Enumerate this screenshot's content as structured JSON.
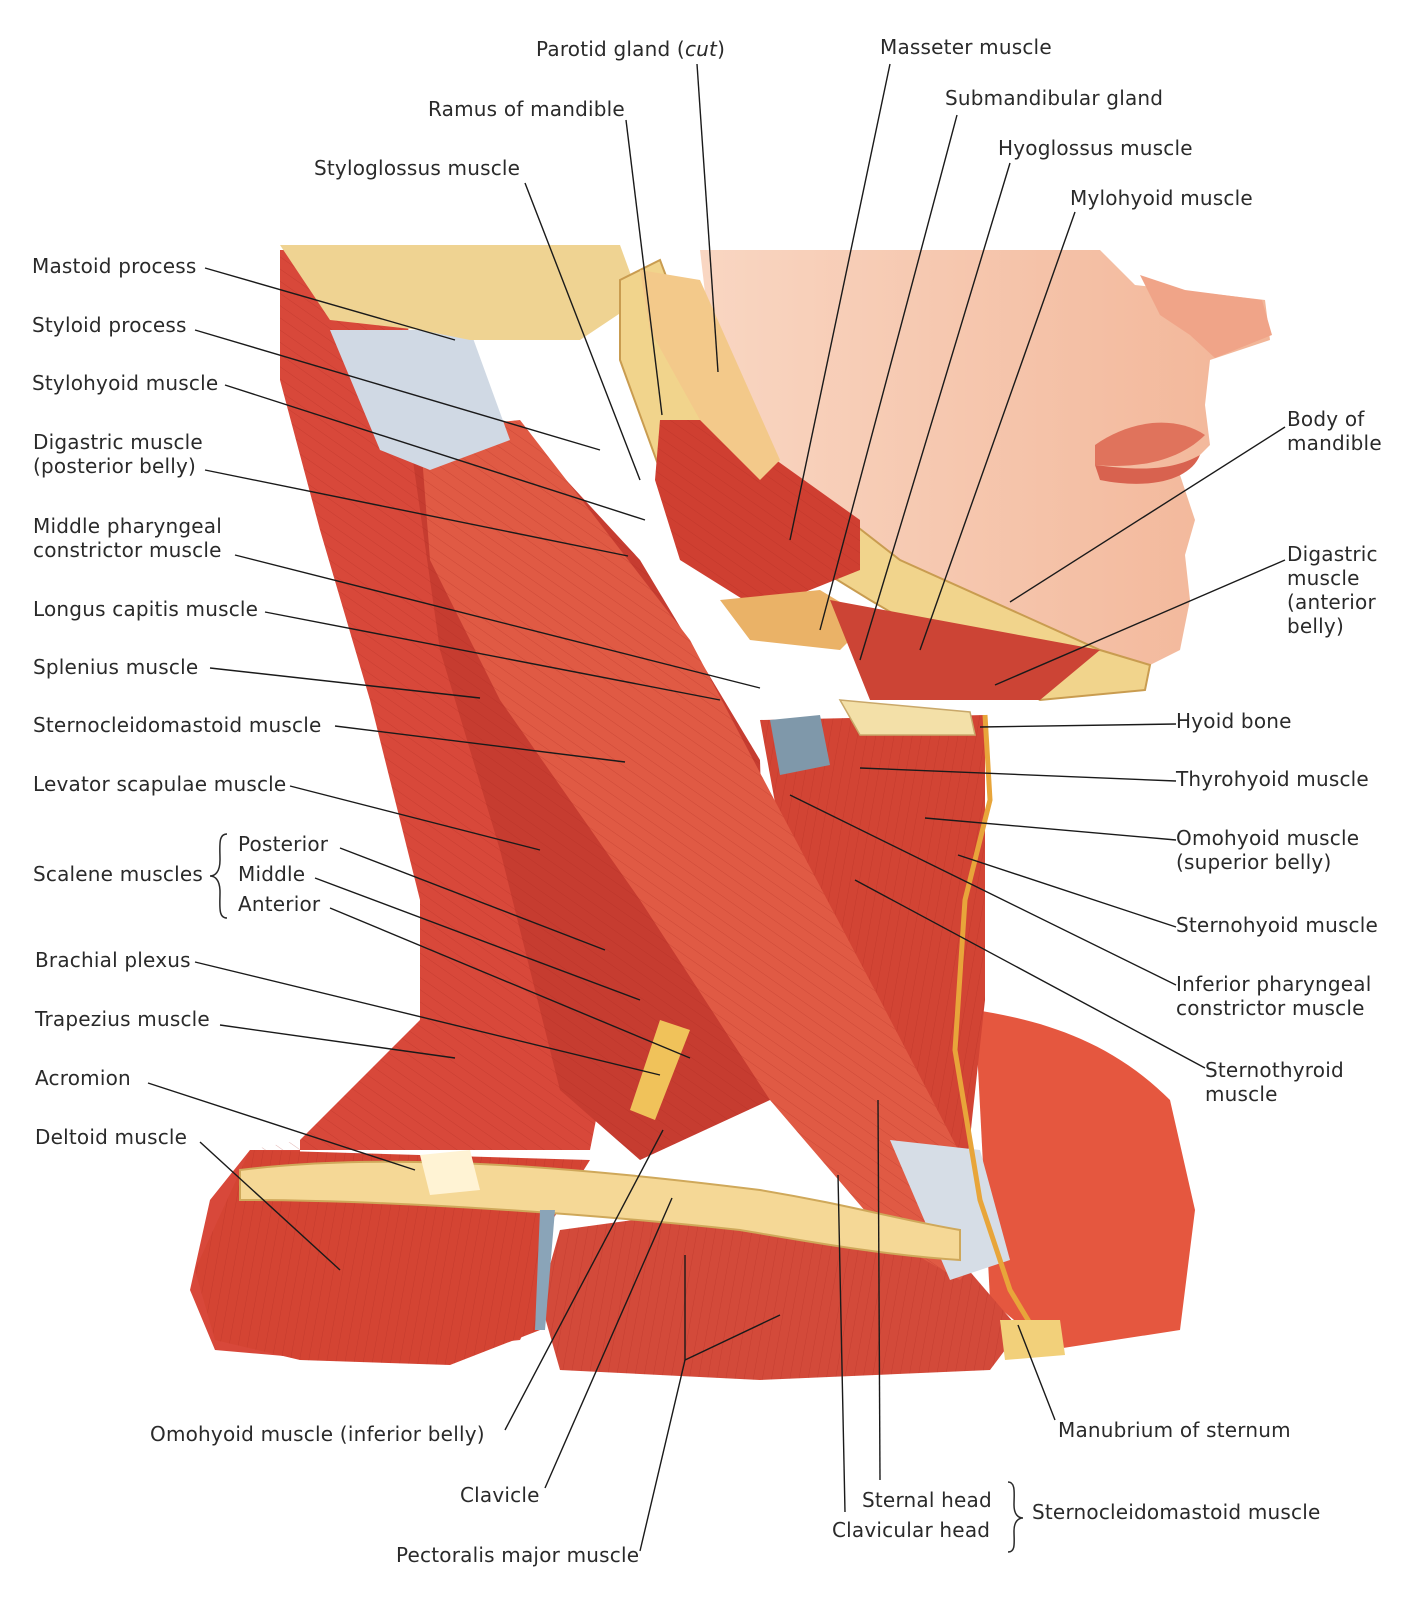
{
  "colors": {
    "muscle": "#d8483a",
    "muscle_dark": "#b8302a",
    "muscle_light": "#ec7a62",
    "skin": "#f6c7ad",
    "skin_shade": "#ee9d80",
    "tendon": "#c9d3df",
    "bone": "#f2d488",
    "gland": "#f0c27a",
    "leader": "#1a1a1a"
  },
  "labels": {
    "parotid": "Parotid gland (cut)",
    "masseter": "Masseter muscle",
    "ramus": "Ramus of mandible",
    "submandibular": "Submandibular gland",
    "hyoglossus": "Hyoglossus muscle",
    "styloglossus": "Styloglossus muscle",
    "mylohyoid": "Mylohyoid muscle",
    "mastoid": "Mastoid process",
    "styloid": "Styloid process",
    "stylohyoid": "Stylohyoid muscle",
    "digastric_post": "Digastric muscle\n(posterior belly)",
    "middle_phar": "Middle pharyngeal\nconstrictor muscle",
    "longus": "Longus capitis muscle",
    "splenius": "Splenius muscle",
    "scm": "Sternocleidomastoid muscle",
    "levator": "Levator scapulae muscle",
    "scalene": "Scalene muscles",
    "scalene_post": "Posterior",
    "scalene_mid": "Middle",
    "scalene_ant": "Anterior",
    "brachial": "Brachial plexus",
    "trapezius": "Trapezius muscle",
    "acromion": "Acromion",
    "deltoid": "Deltoid muscle",
    "body_mand": "Body of\nmandible",
    "digastric_ant": "Digastric\nmuscle\n(anterior\nbelly)",
    "hyoid": "Hyoid bone",
    "thyrohyoid": "Thyrohyoid muscle",
    "omohyoid_sup": "Omohyoid muscle\n(superior belly)",
    "sternohyoid": "Sternohyoid muscle",
    "inf_phar": "Inferior pharyngeal\nconstrictor muscle",
    "sternothyroid": "Sternothyroid\nmuscle",
    "manubrium": "Manubrium of sternum",
    "omohyoid_inf": "Omohyoid muscle (inferior belly)",
    "clavicle": "Clavicle",
    "pectoralis": "Pectoralis major muscle",
    "sternal_head": "Sternal head",
    "clavicular_head": "Clavicular head",
    "scm_bottom": "Sternocleidomastoid muscle"
  }
}
